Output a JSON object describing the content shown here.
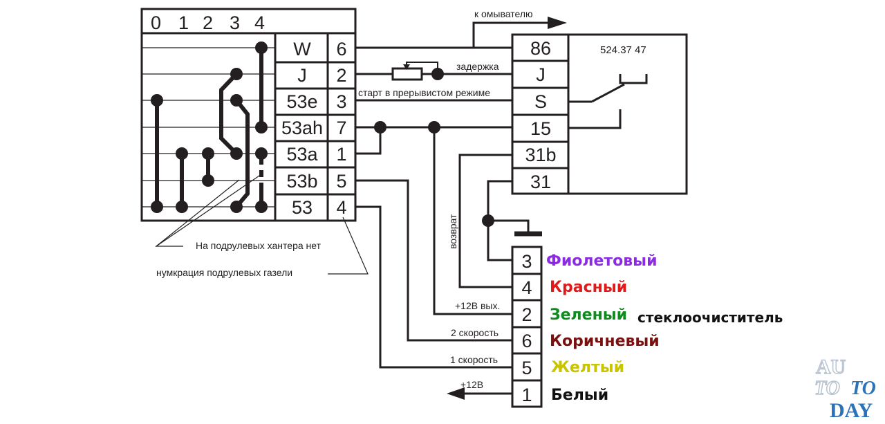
{
  "switch": {
    "positions": [
      "0",
      "1",
      "2",
      "3",
      "4"
    ],
    "rows": [
      {
        "name": "W",
        "num": "6"
      },
      {
        "name": "J",
        "num": "2"
      },
      {
        "name": "53e",
        "num": "3"
      },
      {
        "name": "53ah",
        "num": "7"
      },
      {
        "name": "53a",
        "num": "1"
      },
      {
        "name": "53b",
        "num": "5"
      },
      {
        "name": "53",
        "num": "4"
      }
    ]
  },
  "relay": {
    "model": "524.37 47",
    "pins": [
      "86",
      "J",
      "S",
      "15",
      "31b",
      "31"
    ]
  },
  "labels": {
    "washer": "к омывателю",
    "delay": "задержка",
    "start_intermittent": "старт в прерывистом режиме",
    "return": "возврат",
    "out_12v": "+12В вых.",
    "speed2": "2 скорость",
    "speed1": "1 скорость",
    "plus12v": "+12В",
    "note_hunter": "На подрулевых хантера нет",
    "note_gazelle": "нумкрация подрулевых газели",
    "wiper": "стеклоочиститель"
  },
  "connector": {
    "pins": [
      {
        "num": "3",
        "color_name": "Фиолетовый",
        "color": "#8b2be2"
      },
      {
        "num": "4",
        "color_name": "Красный",
        "color": "#e01a1a"
      },
      {
        "num": "2",
        "color_name": "Зеленый",
        "color": "#0f8a1e"
      },
      {
        "num": "6",
        "color_name": "Коричневый",
        "color": "#7a1010"
      },
      {
        "num": "5",
        "color_name": "Желтый",
        "color": "#c9c400"
      },
      {
        "num": "1",
        "color_name": "Белый",
        "color": "#111111"
      }
    ]
  },
  "watermark": {
    "line1": "AU",
    "line2a": "TO",
    "line2b": "TO",
    "line3": "DAY"
  }
}
